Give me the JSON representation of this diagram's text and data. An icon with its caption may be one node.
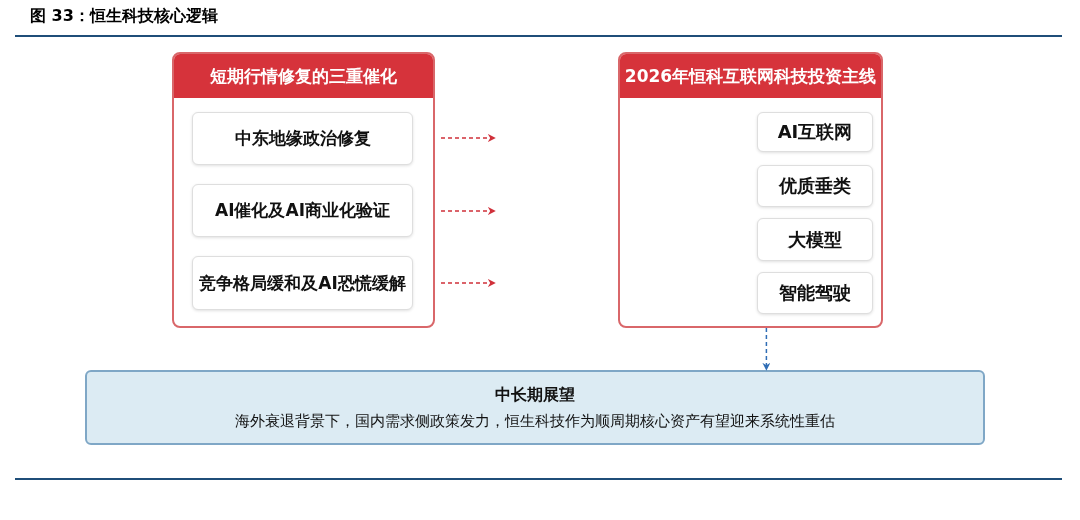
{
  "diagram": {
    "title": "图 33：恒生科技核心逻辑",
    "nodes": [
      {
        "text": [
          "短期行情修复的三重催化"
        ]
      },
      {
        "text": [
          "中东地缘政治修复"
        ],
        "in": 0
      },
      {
        "text": [
          "AI催化及AI商业化验证"
        ],
        "in": 0
      },
      {
        "text": [
          "竞争格局缓和及AI恐慌缓解"
        ],
        "in": 0
      },
      {
        "text": [
          "2026年恒科互联网科技投资主线"
        ]
      },
      {
        "text": [
          "AI互联网"
        ],
        "in": 4
      },
      {
        "text": [
          "优质垂类"
        ],
        "in": 4
      },
      {
        "text": [
          "大模型"
        ],
        "in": 4
      },
      {
        "text": [
          "智能驾驶"
        ],
        "in": 4
      },
      {
        "text": [
          "中长期展望",
          "海外衰退背景下，国内需求侧政策发力，恒生科技作为顺周期核心资产有望迎来系统性重估"
        ]
      }
    ],
    "edges": [
      {
        "from": 1,
        "to": null,
        "arrow": "to",
        "style": "dashed",
        "color": "#d0303a"
      },
      {
        "from": 2,
        "to": null,
        "arrow": "to",
        "style": "dashed",
        "color": "#d0303a"
      },
      {
        "from": 3,
        "to": null,
        "arrow": "to",
        "style": "dashed",
        "color": "#d0303a"
      },
      {
        "from": 4,
        "to": 9,
        "arrow": "to",
        "style": "dashed",
        "color": "#2f6db5"
      }
    ]
  }
}
